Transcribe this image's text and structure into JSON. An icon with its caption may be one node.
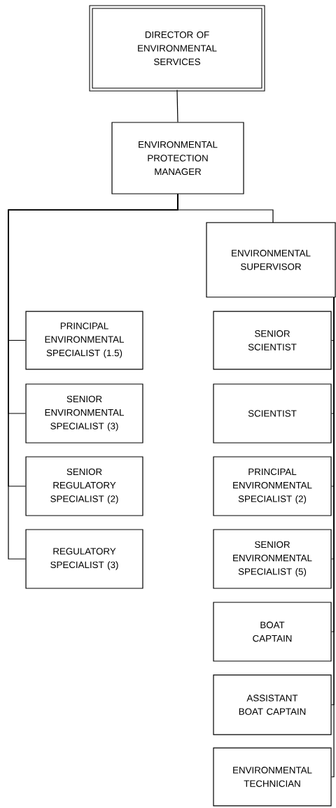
{
  "diagram": {
    "nodes": [
      {
        "text": [
          "DIRECTOR OF ENVIRONMENTAL SERVICES"
        ]
      },
      {
        "text": [
          "ENVIRONMENTAL PROTECTION MANAGER"
        ]
      },
      {
        "text": [
          "ENVIRONMENTAL SUPERVISOR"
        ]
      },
      {
        "text": [
          "PRINCIPAL ENVIRONMENTAL SPECIALIST (1.5)"
        ]
      },
      {
        "text": [
          "SENIOR ENVIRONMENTAL SPECIALIST (3)"
        ]
      },
      {
        "text": [
          "SENIOR REGULATORY SPECIALIST (2)"
        ]
      },
      {
        "text": [
          "REGULATORY SPECIALIST (3)"
        ]
      },
      {
        "text": [
          "SENIOR SCIENTIST"
        ]
      },
      {
        "text": [
          "SCIENTIST"
        ]
      },
      {
        "text": [
          "PRINCIPAL ENVIRONMENTAL SPECIALIST (2)"
        ]
      },
      {
        "text": [
          "SENIOR ENVIRONMENTAL SPECIALIST (5)"
        ]
      },
      {
        "text": [
          "BOAT CAPTAIN"
        ]
      },
      {
        "text": [
          "ASSISTANT BOAT CAPTAIN"
        ]
      },
      {
        "text": [
          "ENVIRONMENTAL TECHNICIAN"
        ]
      }
    ],
    "edges": [
      {
        "from": 0,
        "to": 1,
        "arrow": "none"
      },
      {
        "from": 1,
        "to": 2,
        "arrow": "none"
      },
      {
        "from": 1,
        "to": 3,
        "arrow": "none"
      },
      {
        "from": 1,
        "to": 4,
        "arrow": "none"
      },
      {
        "from": 1,
        "to": 5,
        "arrow": "none"
      },
      {
        "from": 1,
        "to": 6,
        "arrow": "none"
      },
      {
        "from": 2,
        "to": 7,
        "arrow": "none"
      },
      {
        "from": 2,
        "to": 8,
        "arrow": "none"
      },
      {
        "from": 2,
        "to": 9,
        "arrow": "none"
      },
      {
        "from": 2,
        "to": 10,
        "arrow": "none"
      },
      {
        "from": 2,
        "to": 11,
        "arrow": "none"
      },
      {
        "from": 2,
        "to": 12,
        "arrow": "none"
      },
      {
        "from": 2,
        "to": 13,
        "arrow": "none"
      }
    ]
  }
}
